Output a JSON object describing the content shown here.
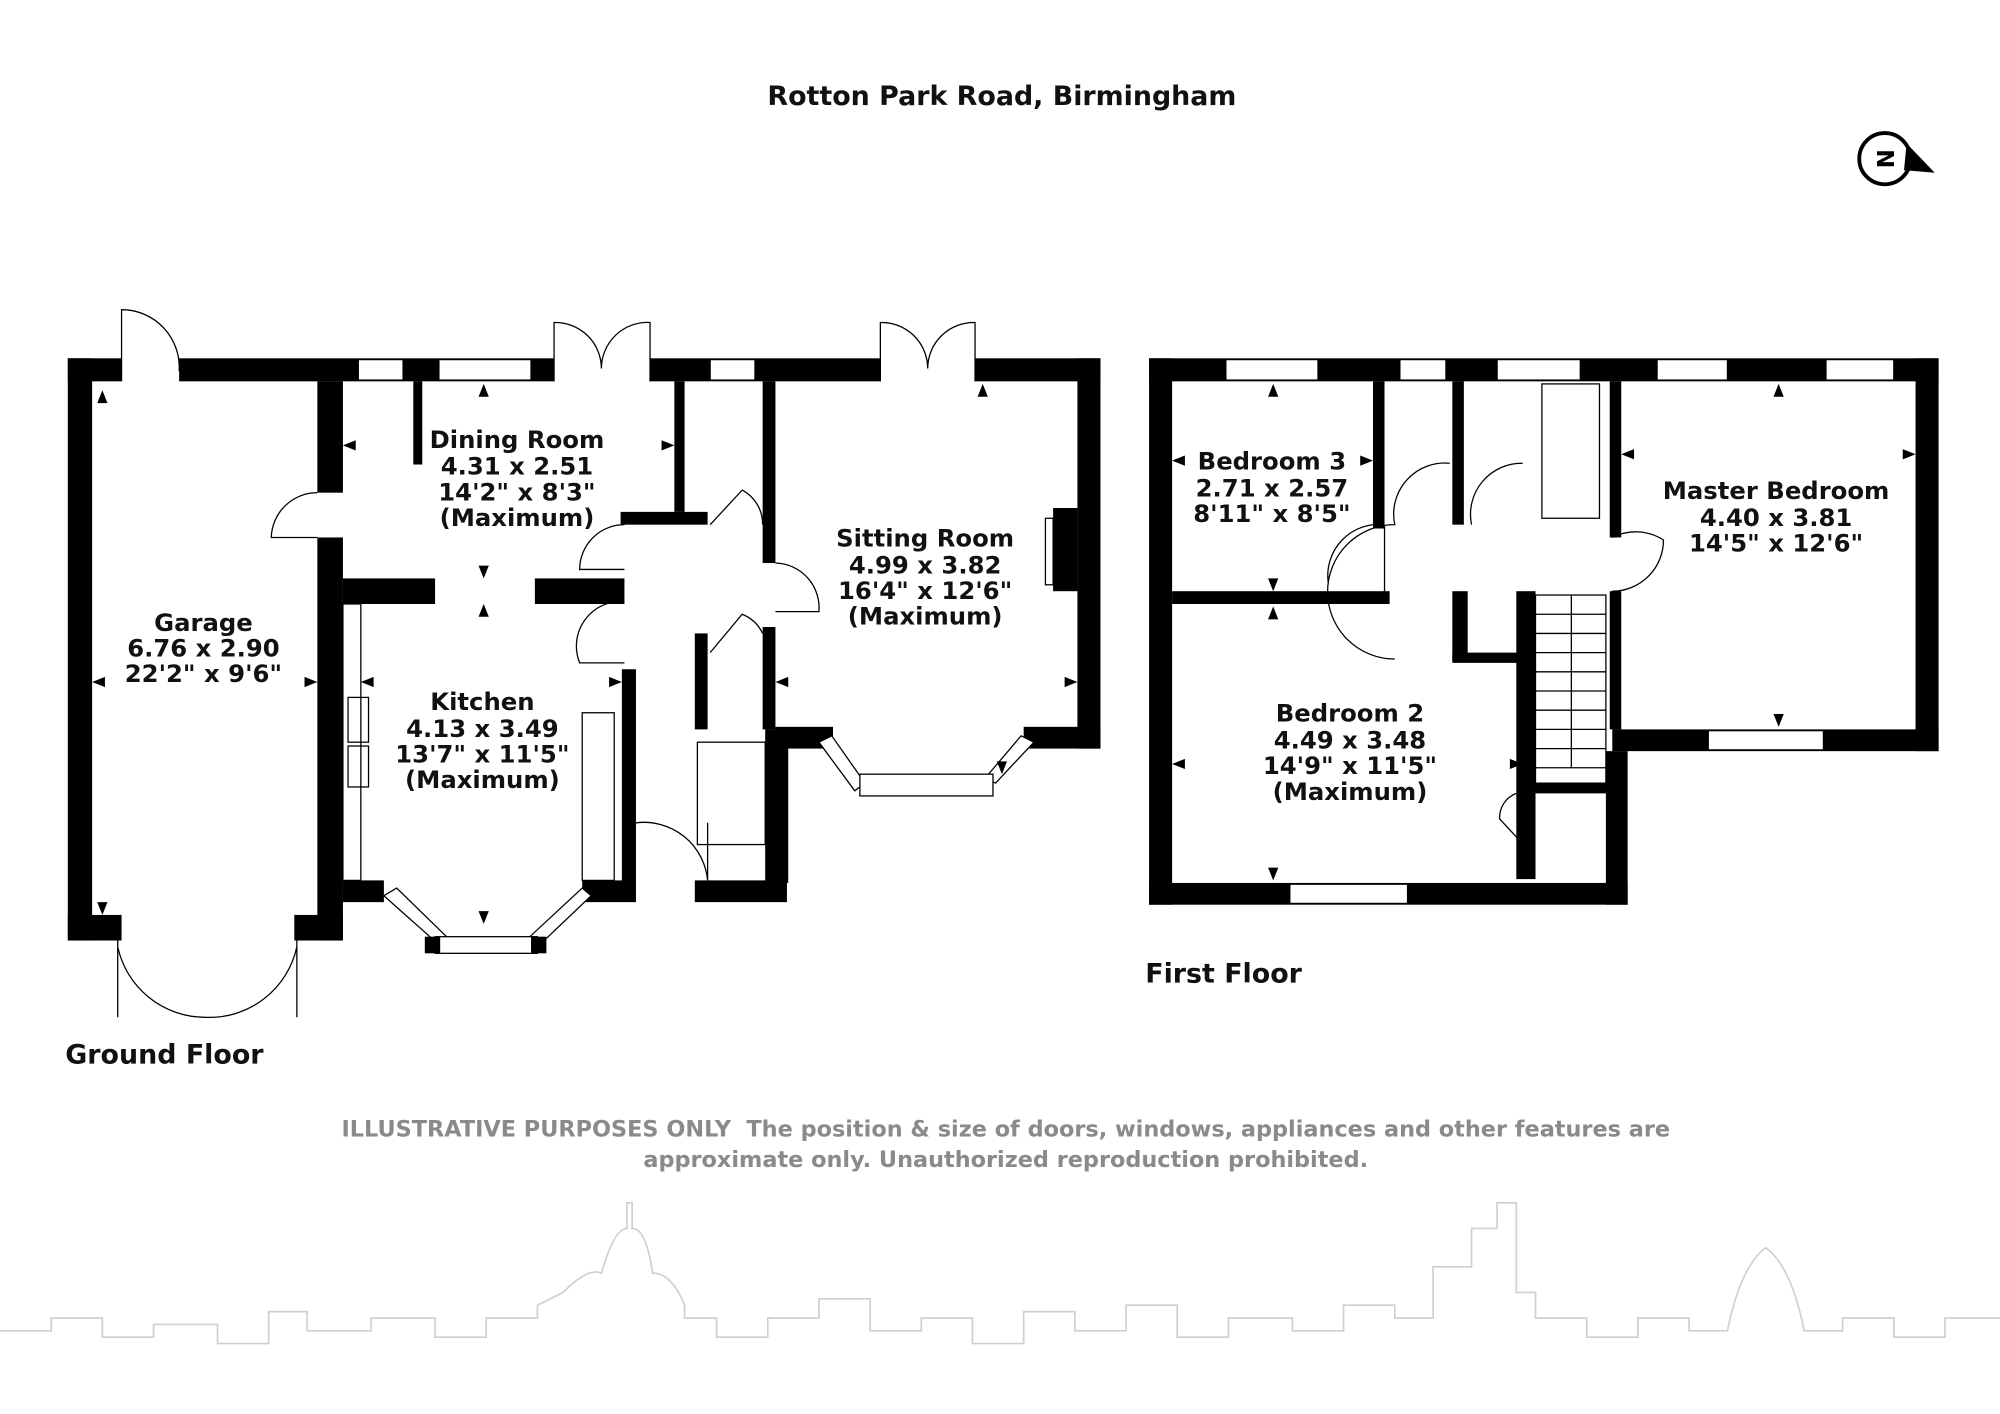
{
  "title": "Rotton Park Road, Birmingham",
  "compass": {
    "label": "N",
    "icon": "north-arrow-icon"
  },
  "ground_floor": {
    "label": "Ground Floor",
    "rooms": [
      {
        "name": "Garage",
        "metric": "6.76 x 2.90",
        "imperial": "22'2\" x 9'6\"",
        "note": ""
      },
      {
        "name": "Dining Room",
        "metric": "4.31 x 2.51",
        "imperial": "14'2\" x 8'3\"",
        "note": "(Maximum)"
      },
      {
        "name": "Kitchen",
        "metric": "4.13 x 3.49",
        "imperial": "13'7\" x 11'5\"",
        "note": "(Maximum)"
      },
      {
        "name": "Sitting Room",
        "metric": "4.99 x 3.82",
        "imperial": "16'4\" x 12'6\"",
        "note": "(Maximum)"
      }
    ]
  },
  "first_floor": {
    "label": "First Floor",
    "rooms": [
      {
        "name": "Bedroom 3",
        "metric": "2.71 x 2.57",
        "imperial": "8'11\" x 8'5\"",
        "note": ""
      },
      {
        "name": "Master Bedroom",
        "metric": "4.40 x 3.81",
        "imperial": "14'5\" x 12'6\"",
        "note": ""
      },
      {
        "name": "Bedroom 2",
        "metric": "4.49 x 3.48",
        "imperial": "14'9\" x 11'5\"",
        "note": "(Maximum)"
      }
    ]
  },
  "disclaimer": {
    "line1_bold": "ILLUSTRATIVE PURPOSES ONLY",
    "line1_rest": "The position & size of doors, windows, appliances and other features are",
    "line2": "approximate only. Unauthorized reproduction prohibited."
  }
}
